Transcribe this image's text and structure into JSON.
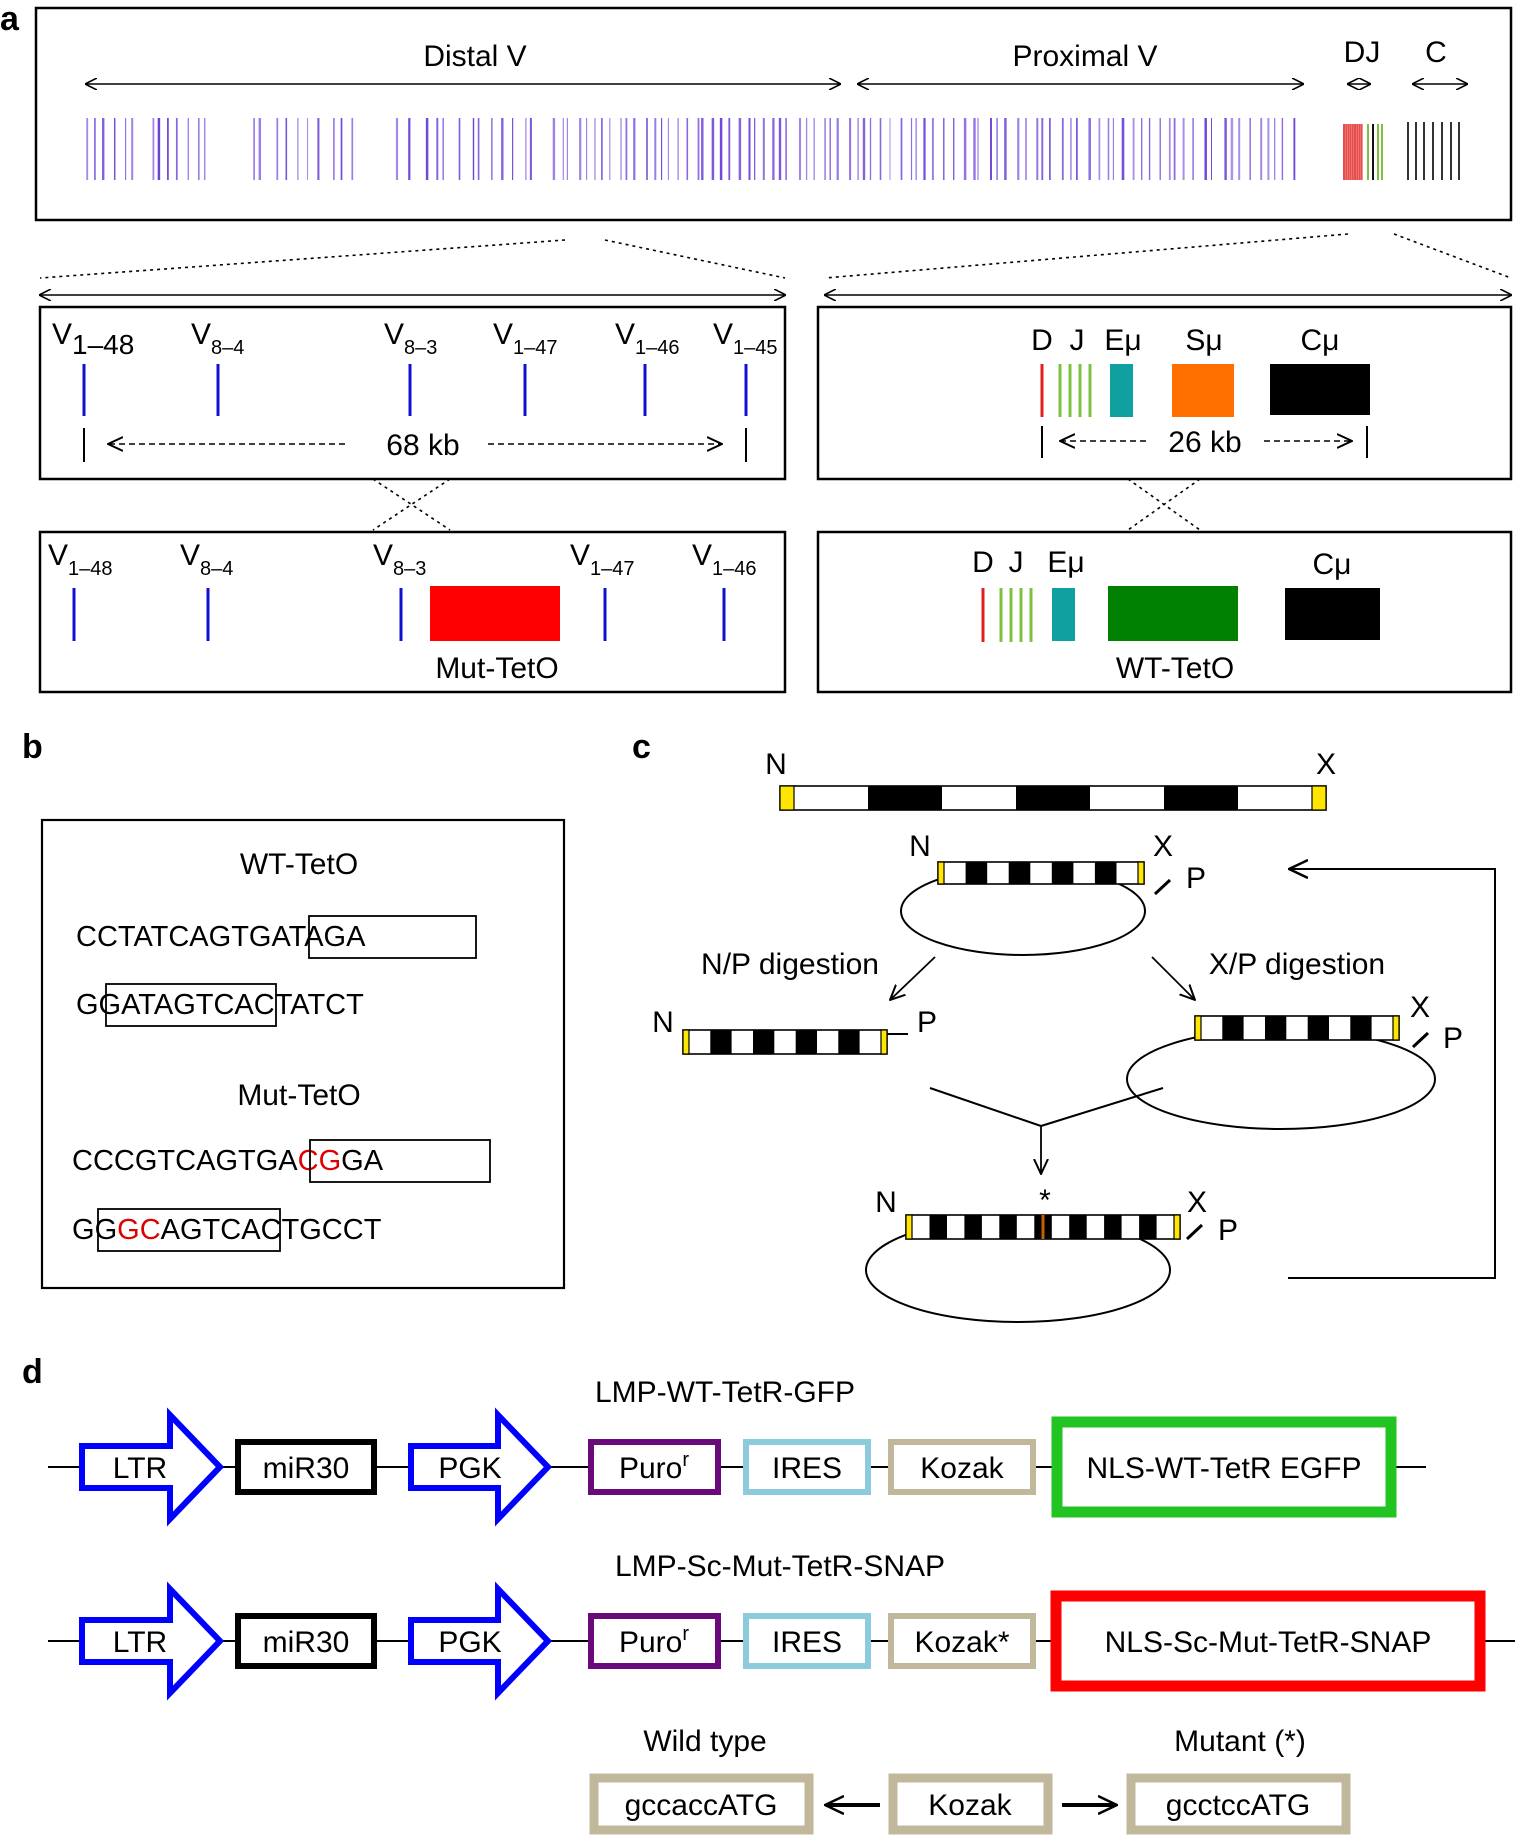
{
  "panels": {
    "a": "a",
    "b": "b",
    "c": "c",
    "d": "d"
  },
  "panel_a": {
    "top_labels": {
      "distal": "Distal V",
      "proximal": "Proximal V",
      "dj": "DJ",
      "c": "C"
    },
    "left_zoom": {
      "genes": [
        {
          "main": "V",
          "sub": "1–48"
        },
        {
          "main": "V",
          "sub": "8–4"
        },
        {
          "main": "V",
          "sub": "8–3"
        },
        {
          "main": "V",
          "sub": "1–47"
        },
        {
          "main": "V",
          "sub": "1–46"
        },
        {
          "main": "V",
          "sub": "1–45"
        }
      ],
      "distance": "68 kb"
    },
    "right_zoom": {
      "labels": {
        "d": "D",
        "j": "J",
        "emu": "Eμ",
        "smu": "Sμ",
        "cmu": "Cμ"
      },
      "distance": "26 kb"
    },
    "left_mod": {
      "genes": [
        {
          "main": "V",
          "sub": "1–48"
        },
        {
          "main": "V",
          "sub": "8–4"
        },
        {
          "main": "V",
          "sub": "8–3"
        },
        {
          "main": "V",
          "sub": "1–47"
        },
        {
          "main": "V",
          "sub": "1–46"
        }
      ],
      "insert": "Mut-TetO"
    },
    "right_mod": {
      "labels": {
        "d": "D",
        "j": "J",
        "emu": "Eμ",
        "cmu": "Cμ"
      },
      "insert": "WT-TetO"
    },
    "colors": {
      "v_genes": "#6a3fd8",
      "v_zoom": "#1010d0",
      "d": "#e02020",
      "j": "#80c040",
      "c_genes": "#333333",
      "emu": "#10a0a0",
      "smu": "#ff7000",
      "mut_teto": "#ff0000",
      "wt_teto": "#008000"
    }
  },
  "panel_b": {
    "wt_title": "WT-TetO",
    "wt_line1": "CCTATCAGTGATAGA",
    "wt_line2": "GGATAGTCACTATCT",
    "mut_title": "Mut-TetO",
    "mut_line1": "CCCGTCAGTGACGGA",
    "mut_line2": "GGGCAGTCACTGCCT",
    "mut_red_positions_line1": [
      11,
      12
    ],
    "mut_red_positions_line2": [
      2,
      3
    ]
  },
  "panel_c": {
    "n": "N",
    "x": "X",
    "p": "P",
    "star": "*",
    "np_digestion": "N/P digestion",
    "xp_digestion": "X/P digestion"
  },
  "panel_d": {
    "construct1": "LMP-WT-TetR-GFP",
    "construct2": "LMP-Sc-Mut-TetR-SNAP",
    "ltr": "LTR",
    "mir30": "miR30",
    "pgk": "PGK",
    "puro": "Puro",
    "puro_sup": "r",
    "ires": "IRES",
    "kozak": "Kozak",
    "kozak_mut": "Kozak*",
    "egfp": "NLS-WT-TetR EGFP",
    "snap": "NLS-Sc-Mut-TetR-SNAP",
    "wild_type": "Wild type",
    "mutant": "Mutant (*)",
    "wt_seq": "gccaccATG",
    "mut_seq": "gcctccATG",
    "colors": {
      "ltr": "#0000ff",
      "mir30": "#000000",
      "puro": "#6a0a7a",
      "ires": "#8ccbdc",
      "kozak": "#c1b79b",
      "egfp": "#22c422",
      "snap": "#ff0000"
    }
  }
}
